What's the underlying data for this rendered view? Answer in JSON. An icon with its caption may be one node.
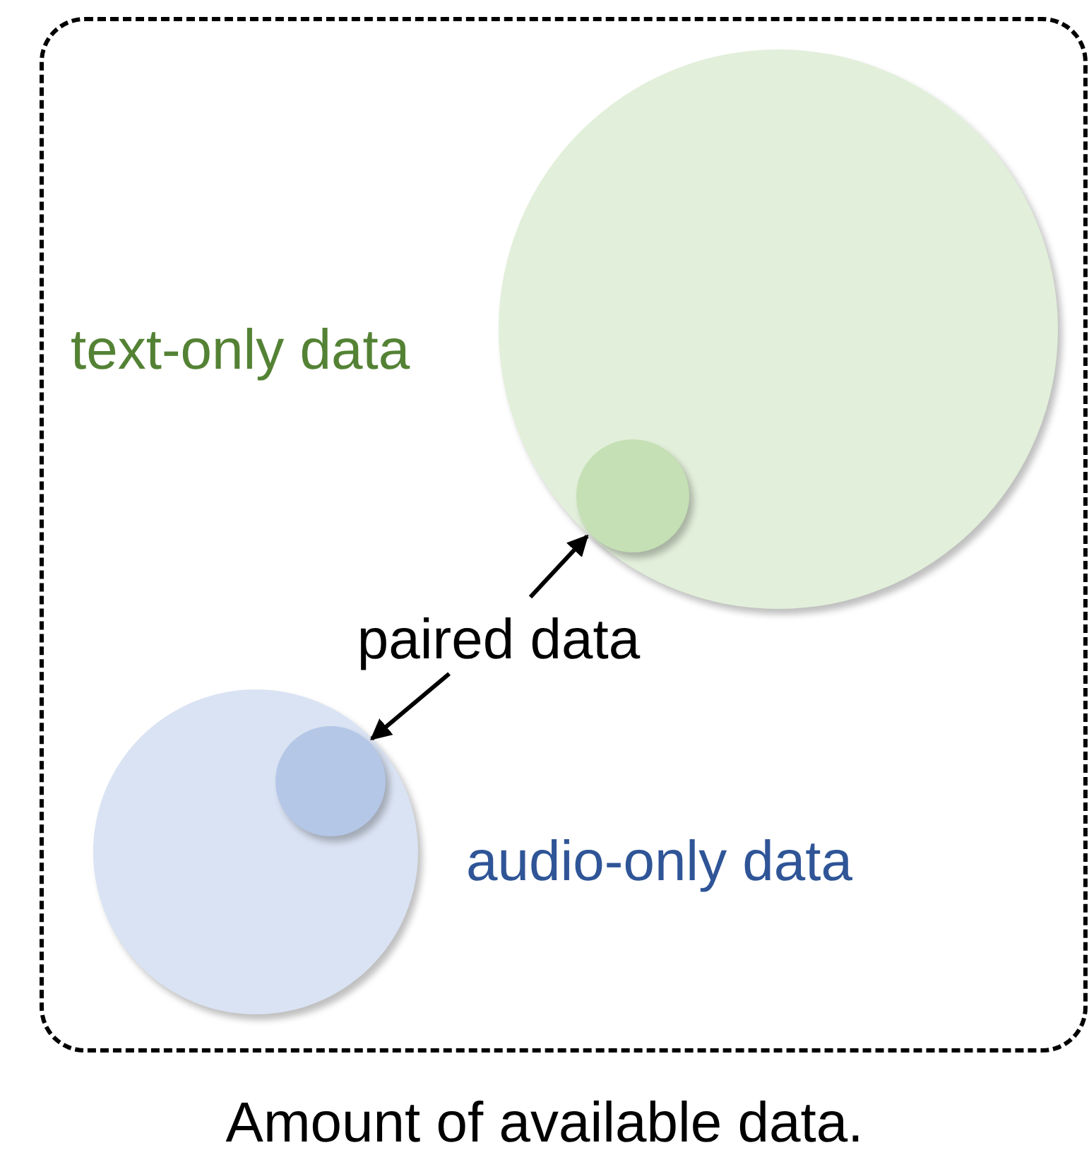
{
  "diagram": {
    "caption": "Amount of available data.",
    "nodes": [
      {
        "text": [],
        "shape": "box"
      },
      {
        "text": [],
        "shape": "circle",
        "in": 0
      },
      {
        "text": [],
        "shape": "circle",
        "in": 1
      },
      {
        "text": [
          "paired data"
        ],
        "in": 0
      },
      {
        "text": [],
        "shape": "circle",
        "in": 0
      },
      {
        "text": [],
        "shape": "circle",
        "in": 4
      }
    ],
    "edges": [
      {
        "from": 3,
        "to": 2,
        "arrow": "to"
      },
      {
        "from": 3,
        "to": 5,
        "arrow": "to"
      }
    ],
    "labels": [
      "text-only data",
      "audio-only data"
    ]
  }
}
